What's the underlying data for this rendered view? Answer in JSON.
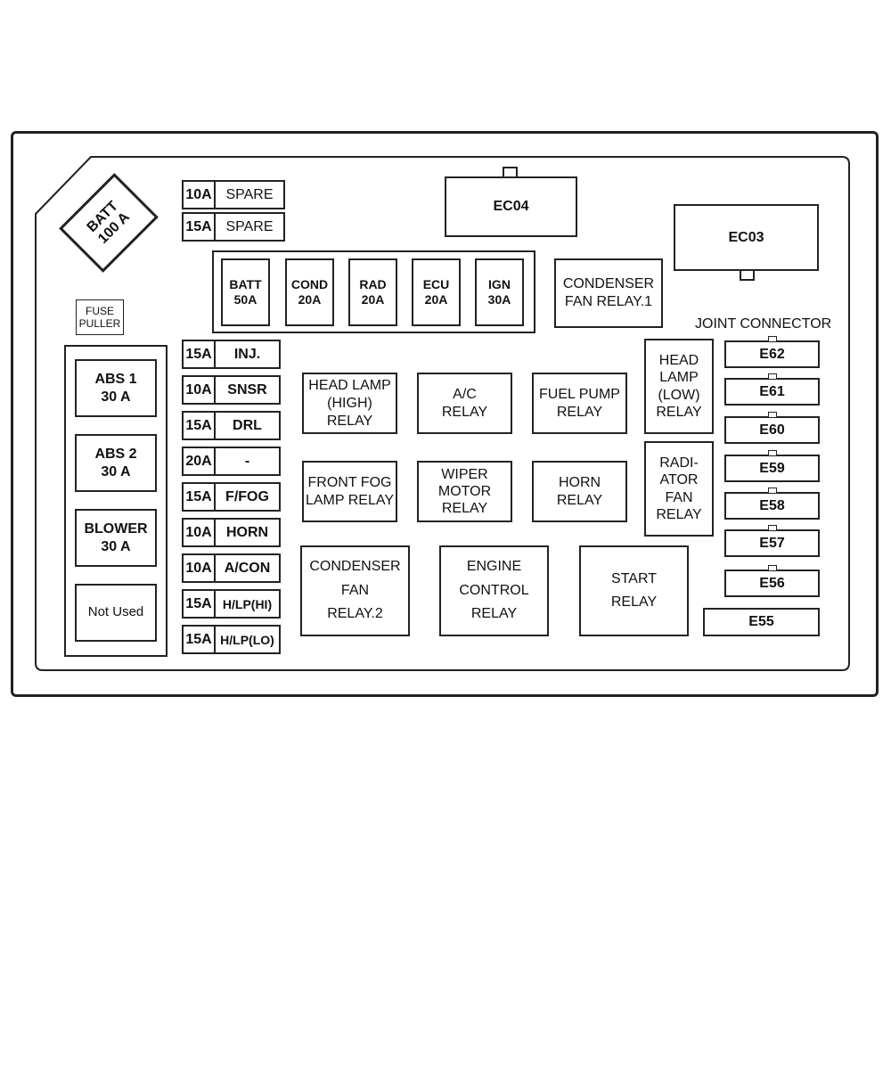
{
  "battery_fuse": "BATT\n100 A",
  "fuse_puller": "FUSE\nPULLER",
  "top_fuses": [
    {
      "amp": "10A",
      "name": "SPARE"
    },
    {
      "amp": "15A",
      "name": "SPARE"
    }
  ],
  "fusible_links": [
    {
      "label": "BATT\n50A"
    },
    {
      "label": "COND\n20A"
    },
    {
      "label": "RAD\n20A"
    },
    {
      "label": "ECU\n20A"
    },
    {
      "label": "IGN\n30A"
    }
  ],
  "left_fuses": [
    {
      "label": "ABS 1\n30 A"
    },
    {
      "label": "ABS 2\n30 A"
    },
    {
      "label": "BLOWER\n30 A"
    },
    {
      "label": "Not Used"
    }
  ],
  "mini_fuses": [
    {
      "amp": "15A",
      "name": "INJ."
    },
    {
      "amp": "10A",
      "name": "SNSR"
    },
    {
      "amp": "15A",
      "name": "DRL"
    },
    {
      "amp": "20A",
      "name": "-"
    },
    {
      "amp": "15A",
      "name": "F/FOG"
    },
    {
      "amp": "10A",
      "name": "HORN"
    },
    {
      "amp": "10A",
      "name": "A/CON"
    },
    {
      "amp": "15A",
      "name": "H/LP(HI)"
    },
    {
      "amp": "15A",
      "name": "H/LP(LO)"
    }
  ],
  "connectors": {
    "ec04": "EC04",
    "ec03": "EC03"
  },
  "relays": {
    "condenser_fan_1": "CONDENSER\nFAN RELAY.1",
    "head_lamp_high": "HEAD LAMP\n(HIGH) RELAY",
    "ac": "A/C\nRELAY",
    "fuel_pump": "FUEL PUMP\nRELAY",
    "head_lamp_low": "HEAD\nLAMP\n(LOW)\nRELAY",
    "front_fog": "FRONT FOG\nLAMP RELAY",
    "wiper_motor": "WIPER\nMOTOR\nRELAY",
    "horn": "HORN\nRELAY",
    "radiator_fan": "RADI-\nATOR\nFAN\nRELAY",
    "condenser_fan_2": "CONDENSER\nFAN\nRELAY.2",
    "engine_control": "ENGINE\nCONTROL\nRELAY",
    "start": "START\nRELAY"
  },
  "joint_connector": {
    "title": "JOINT CONNECTOR",
    "items": [
      "E62",
      "E61",
      "E60",
      "E59",
      "E58",
      "E57",
      "E56",
      "E55"
    ]
  }
}
